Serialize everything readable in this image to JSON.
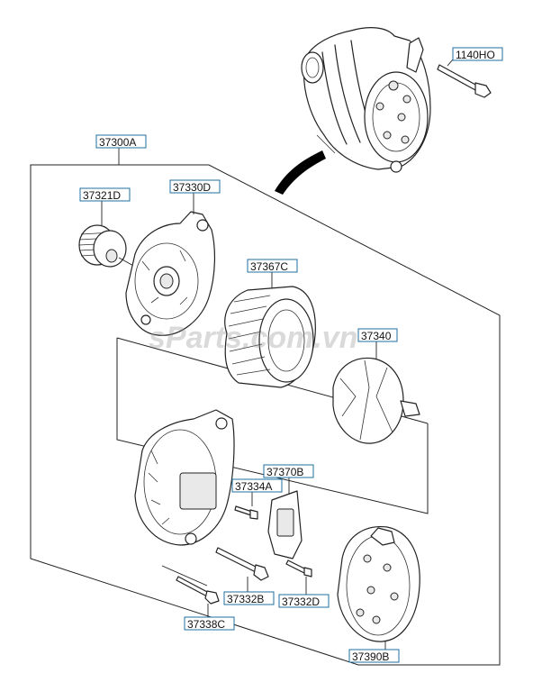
{
  "watermark": "sParts.com.vn",
  "labels": {
    "bolt_top": "1140HO",
    "assembly": "37300A",
    "pulley": "37321D",
    "front_bracket": "37330D",
    "stator": "37367C",
    "rotor": "37340",
    "regulator": "37370B",
    "bolt_small": "37334A",
    "through_bolt": "37332B",
    "bolt_right": "37332D",
    "stud_bolt": "37338C",
    "rear_cover": "37390B"
  }
}
